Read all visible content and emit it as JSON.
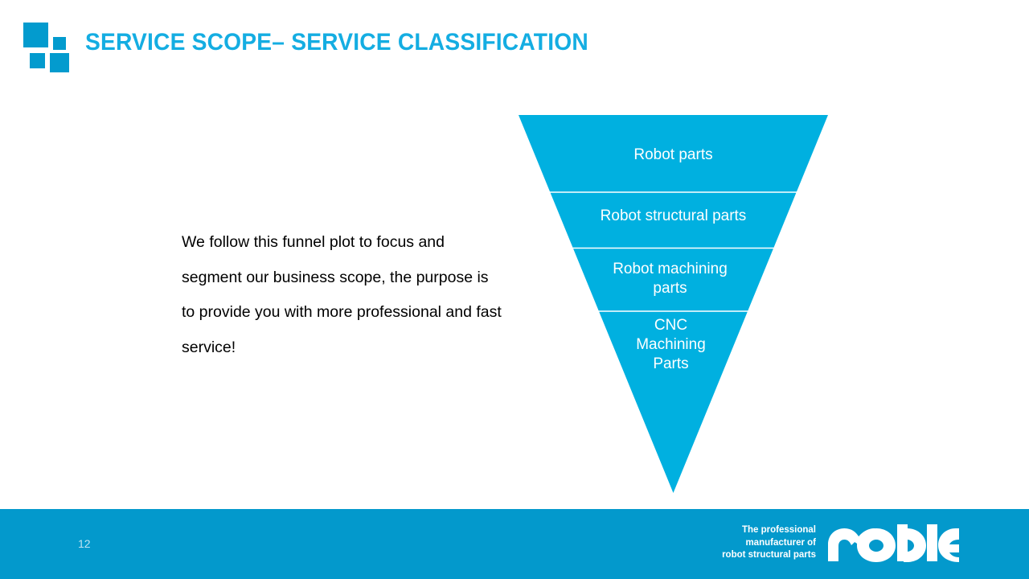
{
  "header": {
    "title": "SERVICE SCOPE– SERVICE CLASSIFICATION",
    "logo_icon": "four-squares-logo-icon",
    "title_color": "#14ADE2"
  },
  "main": {
    "paragraph": "We follow this funnel plot to focus and segment our business scope, the purpose is to provide you with more professional and fast service!"
  },
  "chart_data": {
    "type": "funnel",
    "title": "",
    "orientation": "inverted-triangle",
    "fill_color": "#00B0E0",
    "divider_color": "#ffffff",
    "label_color": "#ffffff",
    "stages": [
      {
        "label": "Robot parts",
        "lines": [
          "Robot parts"
        ],
        "band_top_pct": 0,
        "band_bottom_pct": 20.4
      },
      {
        "label": "Robot structural parts",
        "lines": [
          "Robot structural  parts"
        ],
        "band_top_pct": 20.4,
        "band_bottom_pct": 35.2
      },
      {
        "label": "Robot machining parts",
        "lines": [
          "Robot machining",
          "parts"
        ],
        "band_top_pct": 35.2,
        "band_bottom_pct": 52.0
      },
      {
        "label": "CNC Machining Parts",
        "lines": [
          "CNC",
          "Machining",
          "Parts"
        ],
        "band_top_pct": 52.0,
        "band_bottom_pct": 100
      }
    ]
  },
  "footer": {
    "page_number": "12",
    "tagline_lines": [
      "The professional",
      "manufacturer  of",
      "robot structural  parts"
    ],
    "brand": "noble",
    "background_color": "#0399CC"
  }
}
